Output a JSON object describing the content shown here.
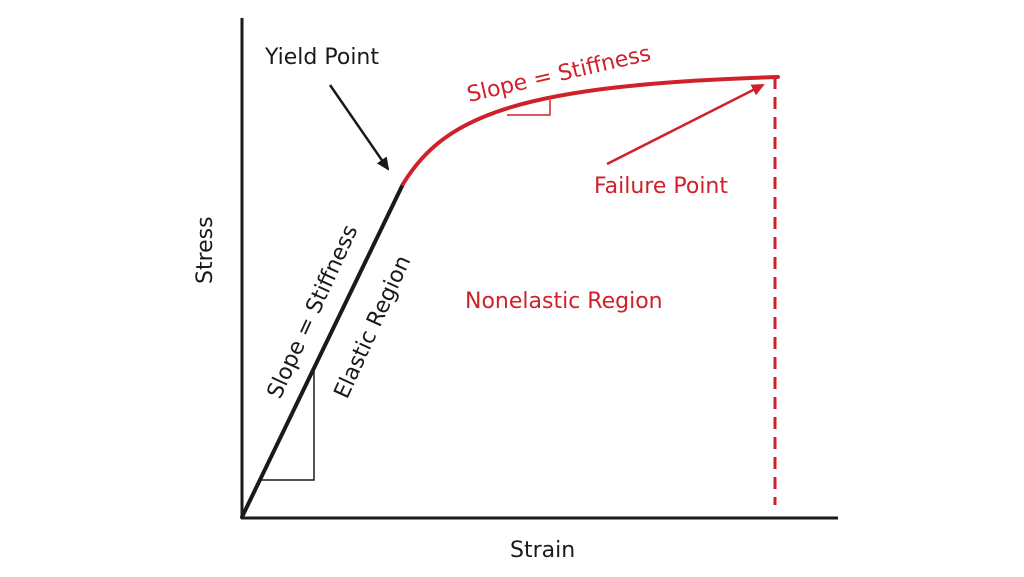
{
  "axes": {
    "x_label": "Strain",
    "y_label": "Stress"
  },
  "labels": {
    "yield_point": "Yield Point",
    "elastic_slope": "Slope = Stiffness",
    "elastic_region": "Elastic Region",
    "plastic_slope": "Slope = Stiffness",
    "failure_point": "Failure Point",
    "nonelastic_region": "Nonelastic Region"
  },
  "colors": {
    "elastic": "#1a1a1a",
    "plastic": "#d0212a"
  }
}
